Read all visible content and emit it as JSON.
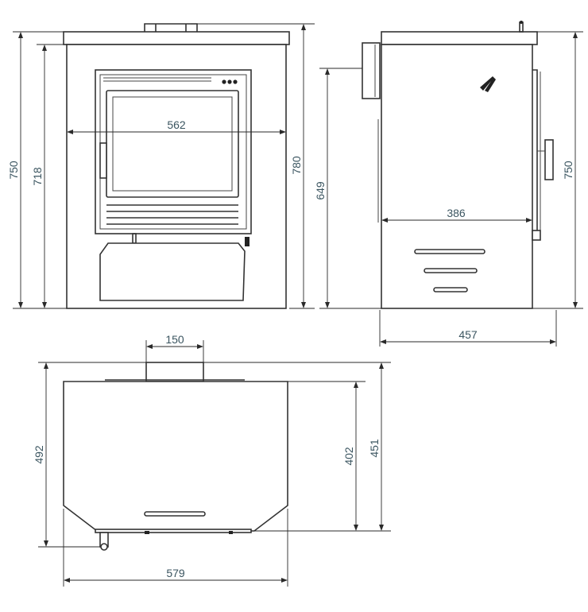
{
  "dimensions": {
    "front_overall_height": "750",
    "front_body_height": "718",
    "front_width": "562",
    "front_total_height": "780",
    "side_depth_inner": "386",
    "side_height_649": "649",
    "side_height_750": "750",
    "side_depth": "457",
    "top_flue": "150",
    "top_depth_492": "492",
    "top_depth_402": "402",
    "top_depth_451": "451",
    "top_width": "579"
  },
  "colors": {
    "line": "#333333",
    "dimension_text": "#3b5560"
  }
}
